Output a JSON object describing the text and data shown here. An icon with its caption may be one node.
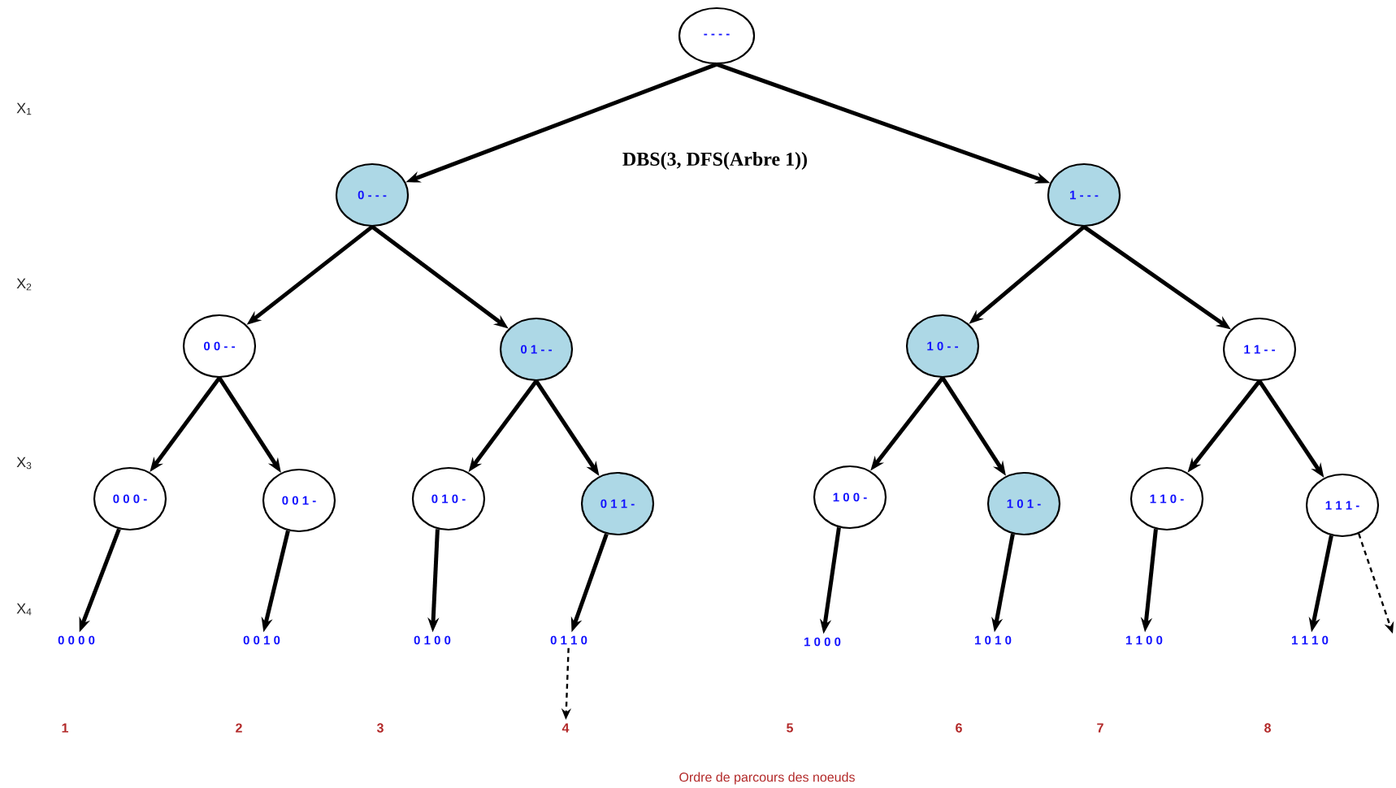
{
  "diagram": {
    "title": "DBS(3, DFS(Arbre 1))",
    "caption": "Ordre de parcours des noeuds",
    "nodes": [
      {
        "text": [
          "- - - -"
        ]
      },
      {
        "text": [
          "0 - - -"
        ]
      },
      {
        "text": [
          "1 - - -"
        ]
      },
      {
        "text": [
          "0 0 - -"
        ]
      },
      {
        "text": [
          "0 1 - -"
        ]
      },
      {
        "text": [
          "1 0 - -"
        ]
      },
      {
        "text": [
          "1 1 - -"
        ]
      },
      {
        "text": [
          "0 0 0 -"
        ]
      },
      {
        "text": [
          "0 0 1 -"
        ]
      },
      {
        "text": [
          "0 1 0 -"
        ]
      },
      {
        "text": [
          "0 1 1 -"
        ]
      },
      {
        "text": [
          "1 0 0 -"
        ]
      },
      {
        "text": [
          "1 0 1 -"
        ]
      },
      {
        "text": [
          "1 1 0 -"
        ]
      },
      {
        "text": [
          "1 1 1 -"
        ]
      },
      {
        "text": [
          "0 0 0 0"
        ]
      },
      {
        "text": [
          "0 0 1 0"
        ]
      },
      {
        "text": [
          "0 1 0 0"
        ]
      },
      {
        "text": [
          "0 1 1 0"
        ]
      },
      {
        "text": [
          "1 0 0 0"
        ]
      },
      {
        "text": [
          "1 0 1 0"
        ]
      },
      {
        "text": [
          "1 1 0 0"
        ]
      },
      {
        "text": [
          "1 1 1 0"
        ]
      },
      {
        "text": [
          "4"
        ]
      }
    ],
    "edges": [
      {
        "from": 0,
        "to": 1,
        "arrow": "to"
      },
      {
        "from": 0,
        "to": 2,
        "arrow": "to"
      },
      {
        "from": 1,
        "to": 3,
        "arrow": "to"
      },
      {
        "from": 1,
        "to": 4,
        "arrow": "to"
      },
      {
        "from": 2,
        "to": 5,
        "arrow": "to"
      },
      {
        "from": 2,
        "to": 6,
        "arrow": "to"
      },
      {
        "from": 3,
        "to": 7,
        "arrow": "to"
      },
      {
        "from": 3,
        "to": 8,
        "arrow": "to"
      },
      {
        "from": 4,
        "to": 9,
        "arrow": "to"
      },
      {
        "from": 4,
        "to": 10,
        "arrow": "to"
      },
      {
        "from": 5,
        "to": 11,
        "arrow": "to"
      },
      {
        "from": 5,
        "to": 12,
        "arrow": "to"
      },
      {
        "from": 6,
        "to": 13,
        "arrow": "to"
      },
      {
        "from": 6,
        "to": 14,
        "arrow": "to"
      },
      {
        "from": 7,
        "to": 15,
        "arrow": "to"
      },
      {
        "from": 8,
        "to": 16,
        "arrow": "to"
      },
      {
        "from": 9,
        "to": 17,
        "arrow": "to"
      },
      {
        "from": 10,
        "to": 18,
        "arrow": "to"
      },
      {
        "from": 11,
        "to": 19,
        "arrow": "to"
      },
      {
        "from": 12,
        "to": 20,
        "arrow": "to"
      },
      {
        "from": 13,
        "to": 21,
        "arrow": "to"
      },
      {
        "from": 14,
        "to": 22,
        "arrow": "to"
      },
      {
        "from": 18,
        "to": 23,
        "arrow": "to",
        "style": "dashed"
      },
      {
        "from": 14,
        "to": null,
        "arrow": "to",
        "style": "dashed"
      }
    ],
    "labels": [
      "X$_{1}$",
      "X$_{2}$",
      "X$_{3}$",
      "X$_{4}$",
      "1",
      "2",
      "3",
      "5",
      "6",
      "7",
      "8"
    ]
  }
}
